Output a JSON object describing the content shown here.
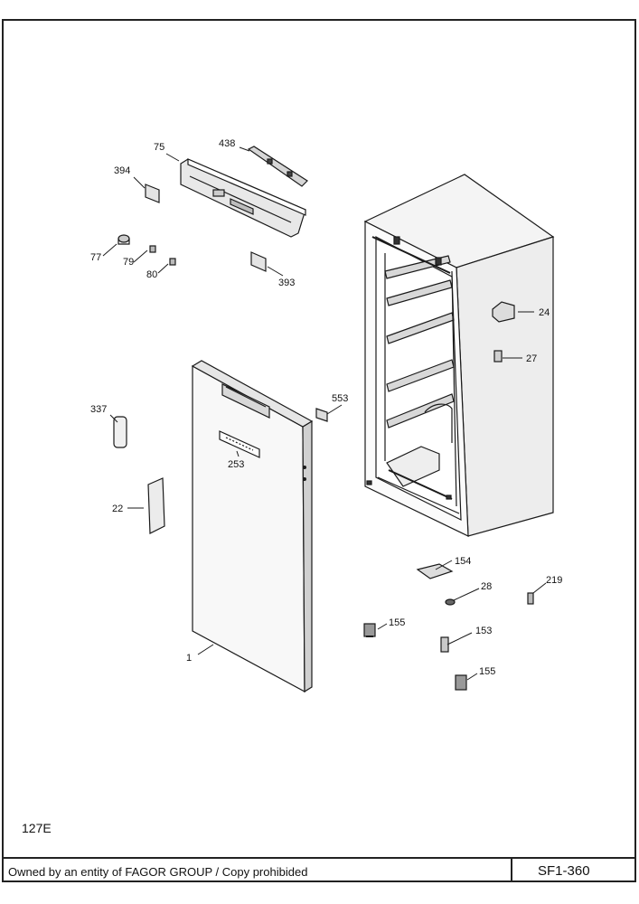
{
  "diagram": {
    "code": "127E",
    "callouts": {
      "c75": "75",
      "c438": "438",
      "c394": "394",
      "c77": "77",
      "c79": "79",
      "c80": "80",
      "c393": "393",
      "c24": "24",
      "c27": "27",
      "c553": "553",
      "c337": "337",
      "c253": "253",
      "c22": "22",
      "c1": "1",
      "c154": "154",
      "c28": "28",
      "c219": "219",
      "c155a": "155",
      "c153": "153",
      "c155b": "155"
    }
  },
  "footer": {
    "owner_text": "Owned by an entity of FAGOR GROUP / Copy prohibided",
    "sheet_code": "SF1-360"
  }
}
